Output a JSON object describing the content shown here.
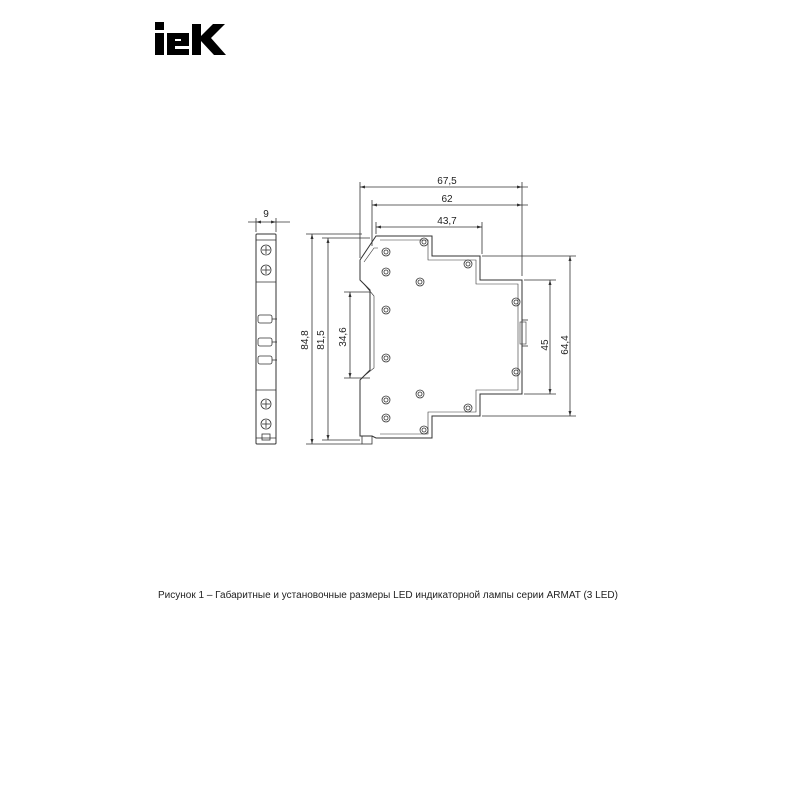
{
  "logo": {
    "text": "IEK",
    "color": "#000000"
  },
  "dimensions": {
    "side_width": "9",
    "width_total": "67,5",
    "width_62": "62",
    "width_43_7": "43,7",
    "height_84_8": "84,8",
    "height_81_5": "81,5",
    "height_34_6": "34,6",
    "height_45": "45",
    "height_64_4": "64,4"
  },
  "caption": "Рисунок 1 – Габаритные и установочные размеры LED индикаторной лампы серии ARMAT (3 LED)"
}
